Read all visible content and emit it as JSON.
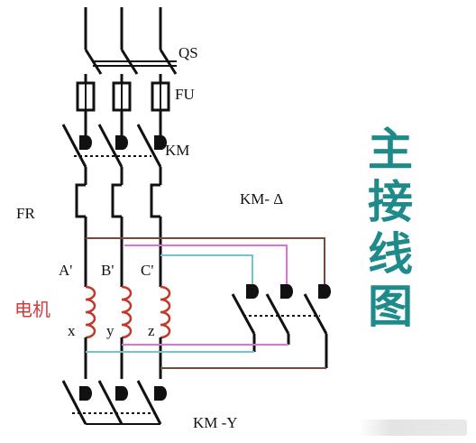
{
  "labels": {
    "qs": "QS",
    "fu": "FU",
    "km": "KM",
    "fr": "FR",
    "km_delta": "KM- Δ",
    "a": "A'",
    "b": "B'",
    "c": "C'",
    "x": "x",
    "y": "y",
    "z": "z",
    "motor": "电机",
    "km_y": "KM -Y"
  },
  "title_chars": [
    "主",
    "接",
    "线",
    "图"
  ],
  "colors": {
    "wire": "#111111",
    "bus_brown": "#7a4a38",
    "bus_pink": "#e070d8",
    "bus_cyan": "#6fc6cf",
    "coil": "#c0392b",
    "motor_text": "#d23a3a",
    "title": "#1f8a8a"
  }
}
